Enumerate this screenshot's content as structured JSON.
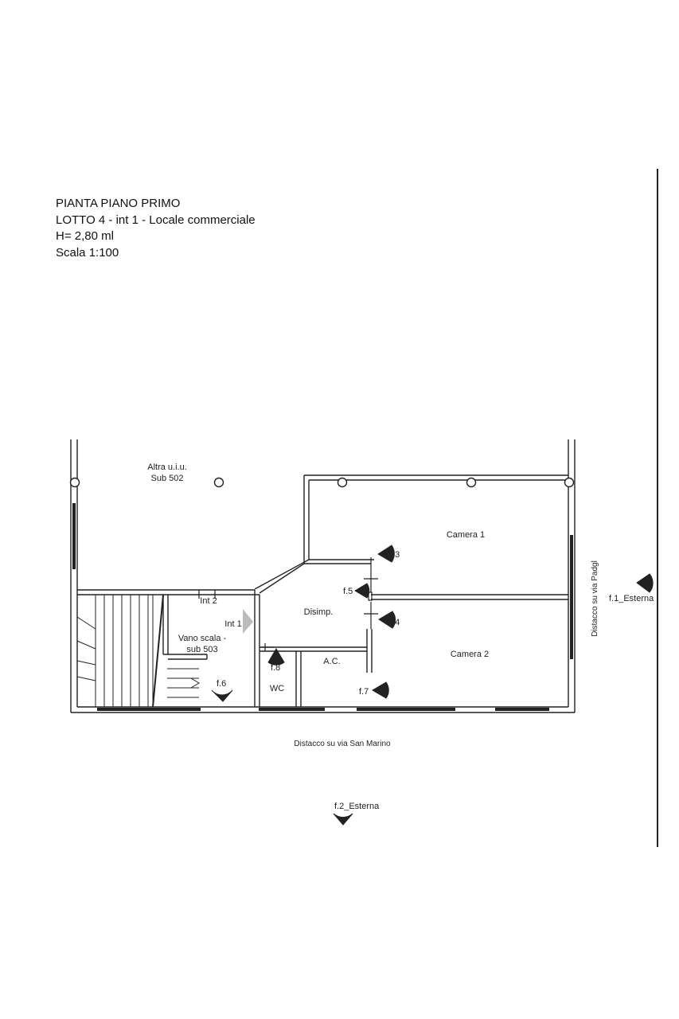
{
  "title": {
    "line1": "PIANTA PIANO PRIMO",
    "line2": "LOTTO 4 - int 1 - Locale commerciale",
    "line3": "H= 2,80 ml",
    "line4": "Scala 1:100"
  },
  "rooms": {
    "altra_line1": "Altra u.i.u.",
    "altra_line2": "Sub 502",
    "camera1": "Camera 1",
    "camera2": "Camera 2",
    "disimp": "Disimp.",
    "ac": "A.C.",
    "wc": "WC",
    "int1": "Int 1",
    "int2": "Int 2",
    "vano_line1": "Vano scala -",
    "vano_line2": "sub 503"
  },
  "photo_points": {
    "f3": "f.3",
    "f4": "f.4",
    "f5": "f.5",
    "f6": "f.6",
    "f7": "f.7",
    "f8": "f.8",
    "f1": "f.1_Esterna",
    "f2": "f.2_Esterna"
  },
  "distacchi": {
    "bottom": "Distacco su via San Marino",
    "right": "Distacco su via Padgl"
  },
  "colors": {
    "line": "#222222",
    "background": "#ffffff"
  }
}
